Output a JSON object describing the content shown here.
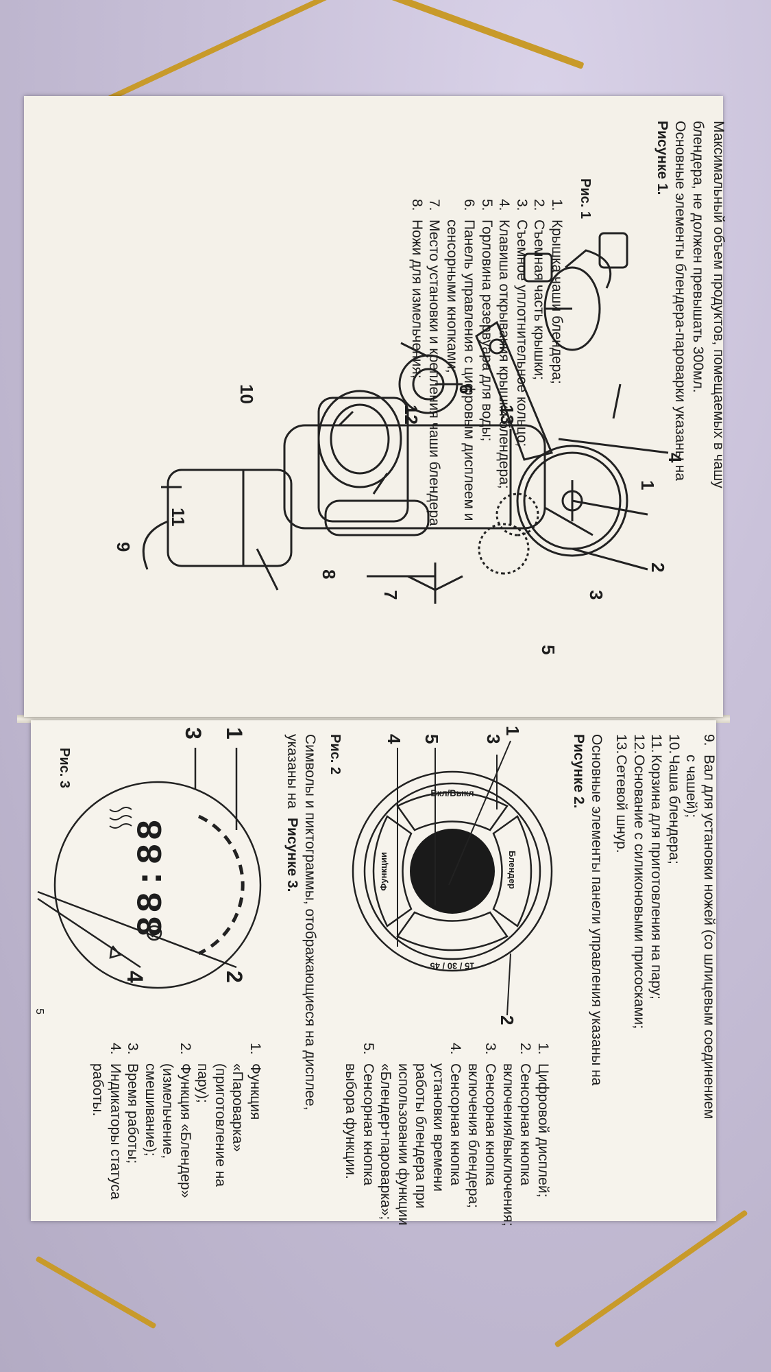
{
  "left_page": {
    "intro_line1": "Максимальный объем продуктов, помещаемых в чашу",
    "intro_line2": "блендера, не должен превышать 300мл.",
    "intro_line3": "Основные элементы блендера-пароварки указаны на",
    "intro_bold": "Рисунке 1.",
    "fig_caption": "Рис. 1",
    "callouts": [
      "1",
      "2",
      "3",
      "4",
      "5",
      "6",
      "7",
      "8",
      "9",
      "10",
      "11",
      "12",
      "13"
    ],
    "items": [
      {
        "n": "1.",
        "text": "Крышка чаши блендера;"
      },
      {
        "n": "2.",
        "text": "Съемная часть крышки;"
      },
      {
        "n": "3.",
        "text": "Съемное уплотнительное кольцо;"
      },
      {
        "n": "4.",
        "text": "Клавиша открывания крышки блендера;"
      },
      {
        "n": "5.",
        "text": "Горловина резервуара для воды;"
      },
      {
        "n": "6.",
        "text": "Панель управления с цифровым дисплеем и"
      },
      {
        "n": "",
        "text": "сенсорными кнопками;"
      },
      {
        "n": "7.",
        "text": "Место установки и крепления чаши блендера;"
      },
      {
        "n": "8.",
        "text": "Ножи для измельчения;"
      }
    ]
  },
  "right_page": {
    "items_cont": [
      {
        "n": "9.",
        "text": "Вал для установки ножей (со шлицевым соединением"
      },
      {
        "n": "",
        "text": "с чашей);"
      },
      {
        "n": "10.",
        "text": "Чаша блендера;"
      },
      {
        "n": "11.",
        "text": "Корзина для приготовления на пару;"
      },
      {
        "n": "12.",
        "text": "Основание с силиконовыми присосками;"
      },
      {
        "n": "13.",
        "text": "Сетевой шнур."
      }
    ],
    "panel_intro_line1": "Основные элементы панели управления указаны на",
    "panel_intro_bold": "Рисунке 2.",
    "fig2_caption": "Рис. 2",
    "fig2_buttons": {
      "top": "Блендер",
      "right": "15 / 30 / 45",
      "bottom": "Функции",
      "left": "Вкл/Выкл"
    },
    "fig2_callouts": [
      "1",
      "2",
      "3",
      "4",
      "5"
    ],
    "panel_items": [
      {
        "n": "1.",
        "text": "Цифровой дисплей;"
      },
      {
        "n": "2.",
        "text": "Сенсорная кнопка"
      },
      {
        "n": "",
        "text": "включения/выключения;"
      },
      {
        "n": "3.",
        "text": "Сенсорная кнопка"
      },
      {
        "n": "",
        "text": "включения блендера;"
      },
      {
        "n": "4.",
        "text": "Сенсорная кнопка"
      },
      {
        "n": "",
        "text": "установки времени"
      },
      {
        "n": "",
        "text": "работы блендера при"
      },
      {
        "n": "",
        "text": "использовании функции"
      },
      {
        "n": "",
        "text": "«Блендер+пароварка»;"
      },
      {
        "n": "5.",
        "text": "Сенсорная кнопка"
      },
      {
        "n": "",
        "text": "выбора функции."
      }
    ],
    "symbols_line1": "Символы и пиктограммы, отображающиеся на дисплее,",
    "symbols_line2": "указаны на",
    "symbols_bold": "Рисунке 3.",
    "fig3_caption": "Рис. 3",
    "fig3_display": "88:88",
    "fig3_callouts": [
      "1",
      "2",
      "3",
      "4"
    ],
    "fig3_items": [
      {
        "n": "1.",
        "text": "Функция"
      },
      {
        "n": "",
        "text": "«Пароварка»"
      },
      {
        "n": "",
        "text": "(приготовление на"
      },
      {
        "n": "",
        "text": "пару);"
      },
      {
        "n": "2.",
        "text": "Функция «Блендер»"
      },
      {
        "n": "",
        "text": "(измельчение,"
      },
      {
        "n": "",
        "text": "смешивание);"
      },
      {
        "n": "3.",
        "text": "Время работы;"
      },
      {
        "n": "4.",
        "text": "Индикаторы статуса"
      },
      {
        "n": "",
        "text": "работы."
      }
    ],
    "page_number": "5"
  }
}
